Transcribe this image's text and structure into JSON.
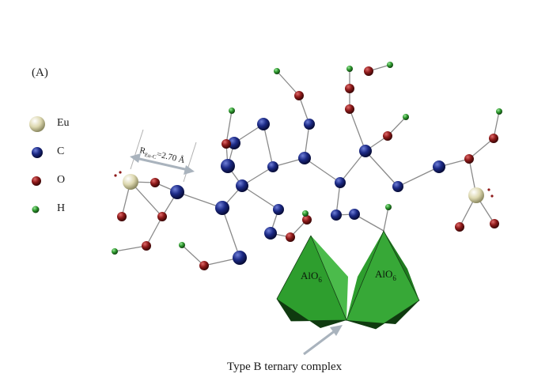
{
  "panel_label": "(A)",
  "legend": [
    {
      "label": "Eu",
      "color": "#ddd8b0"
    },
    {
      "label": "C",
      "color": "#1c2a86"
    },
    {
      "label": "O",
      "color": "#8e1a1a"
    },
    {
      "label": "H",
      "color": "#2f9a2f"
    }
  ],
  "distance_label": {
    "main": "R",
    "sub": "Eu-C",
    "value": "=2.70 Å"
  },
  "octahedra": [
    {
      "main": "AlO",
      "sub": "6"
    },
    {
      "main": "AlO",
      "sub": "6"
    }
  ],
  "caption": "Type B ternary complex",
  "colors": {
    "octahedron": "#2e9e2e",
    "octahedron_dark": "#0f3a0f",
    "bond": "#8a8a8a",
    "arrow": "#a9b3bd"
  }
}
